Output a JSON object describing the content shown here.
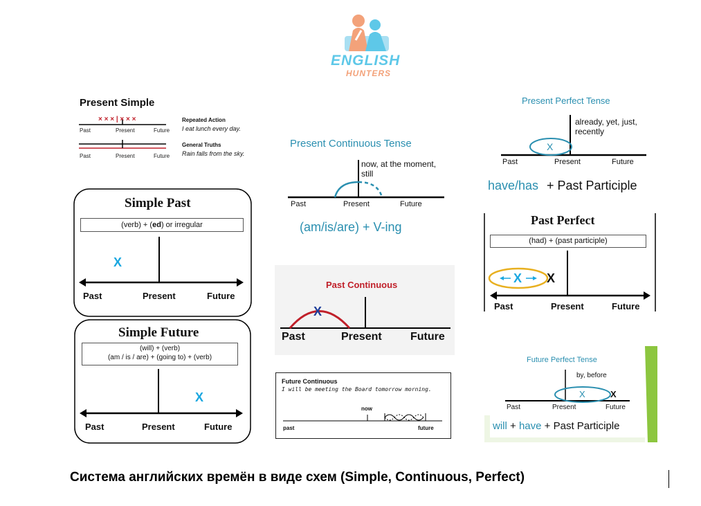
{
  "logo": {
    "line1": "ENGLISH",
    "line2": "HUNTERS",
    "color_primary": "#5ec8e8",
    "color_accent": "#f3a27a"
  },
  "present_simple": {
    "title": "Present Simple",
    "marks": "× × × | × × ×",
    "rows": [
      {
        "heading": "Repeated Action",
        "example": "I eat lunch every day."
      },
      {
        "heading": "General Truths",
        "example": "Rain falls from the sky."
      }
    ],
    "axis": {
      "past": "Past",
      "present": "Present",
      "future": "Future"
    }
  },
  "present_continuous": {
    "title": "Present Continuous Tense",
    "note": "now, at the moment, still",
    "axis": {
      "past": "Past",
      "present": "Present",
      "future": "Future"
    },
    "formula": "(am/is/are) + V-ing"
  },
  "present_perfect": {
    "title": "Present Perfect Tense",
    "note": "already, yet, just, recently",
    "mark": "X",
    "axis": {
      "past": "Past",
      "present": "Present",
      "future": "Future"
    },
    "formula_part1": "have/has",
    "formula_part2": "+ Past Participle"
  },
  "simple_past": {
    "title": "Simple Past",
    "formula_a": "(verb) + (",
    "formula_ed": "ed",
    "formula_b": ")  or  irregular",
    "mark": "X",
    "axis": {
      "past": "Past",
      "present": "Present",
      "future": "Future"
    }
  },
  "past_continuous": {
    "title": "Past Continuous",
    "mark": "X",
    "axis": {
      "past": "Past",
      "present": "Present",
      "future": "Future"
    }
  },
  "past_perfect": {
    "title": "Past Perfect",
    "formula": "(had) + (past participle)",
    "mark_inner": "X",
    "mark_outer": "X",
    "axis": {
      "past": "Past",
      "present": "Present",
      "future": "Future"
    }
  },
  "simple_future": {
    "title": "Simple Future",
    "formula_line1": "(will) + (verb)",
    "formula_line2": "(am / is / are) + (going to) + (verb)",
    "mark": "X",
    "axis": {
      "past": "Past",
      "present": "Present",
      "future": "Future"
    }
  },
  "future_continuous": {
    "title": "Future Continuous",
    "example": "I will be meeting the Board tomorrow morning.",
    "now": "now",
    "past": "past",
    "future": "future"
  },
  "future_perfect": {
    "title": "Future Perfect Tense",
    "note": "by, before",
    "mark_inner": "X",
    "mark_outer": "X",
    "axis": {
      "past": "Past",
      "present": "Present",
      "future": "Future"
    },
    "formula_will": "will",
    "formula_have": "have",
    "formula_rest": "Past Participle"
  },
  "caption": "Система английских времён в виде схем (Simple, Continuous, Perfect)",
  "colors": {
    "teal": "#2a8fb0",
    "blue_x": "#1aa7e0",
    "red": "#c0202a",
    "yellow": "#e8b020",
    "green": "#8cc63f",
    "dark_blue": "#1f3f9a"
  }
}
